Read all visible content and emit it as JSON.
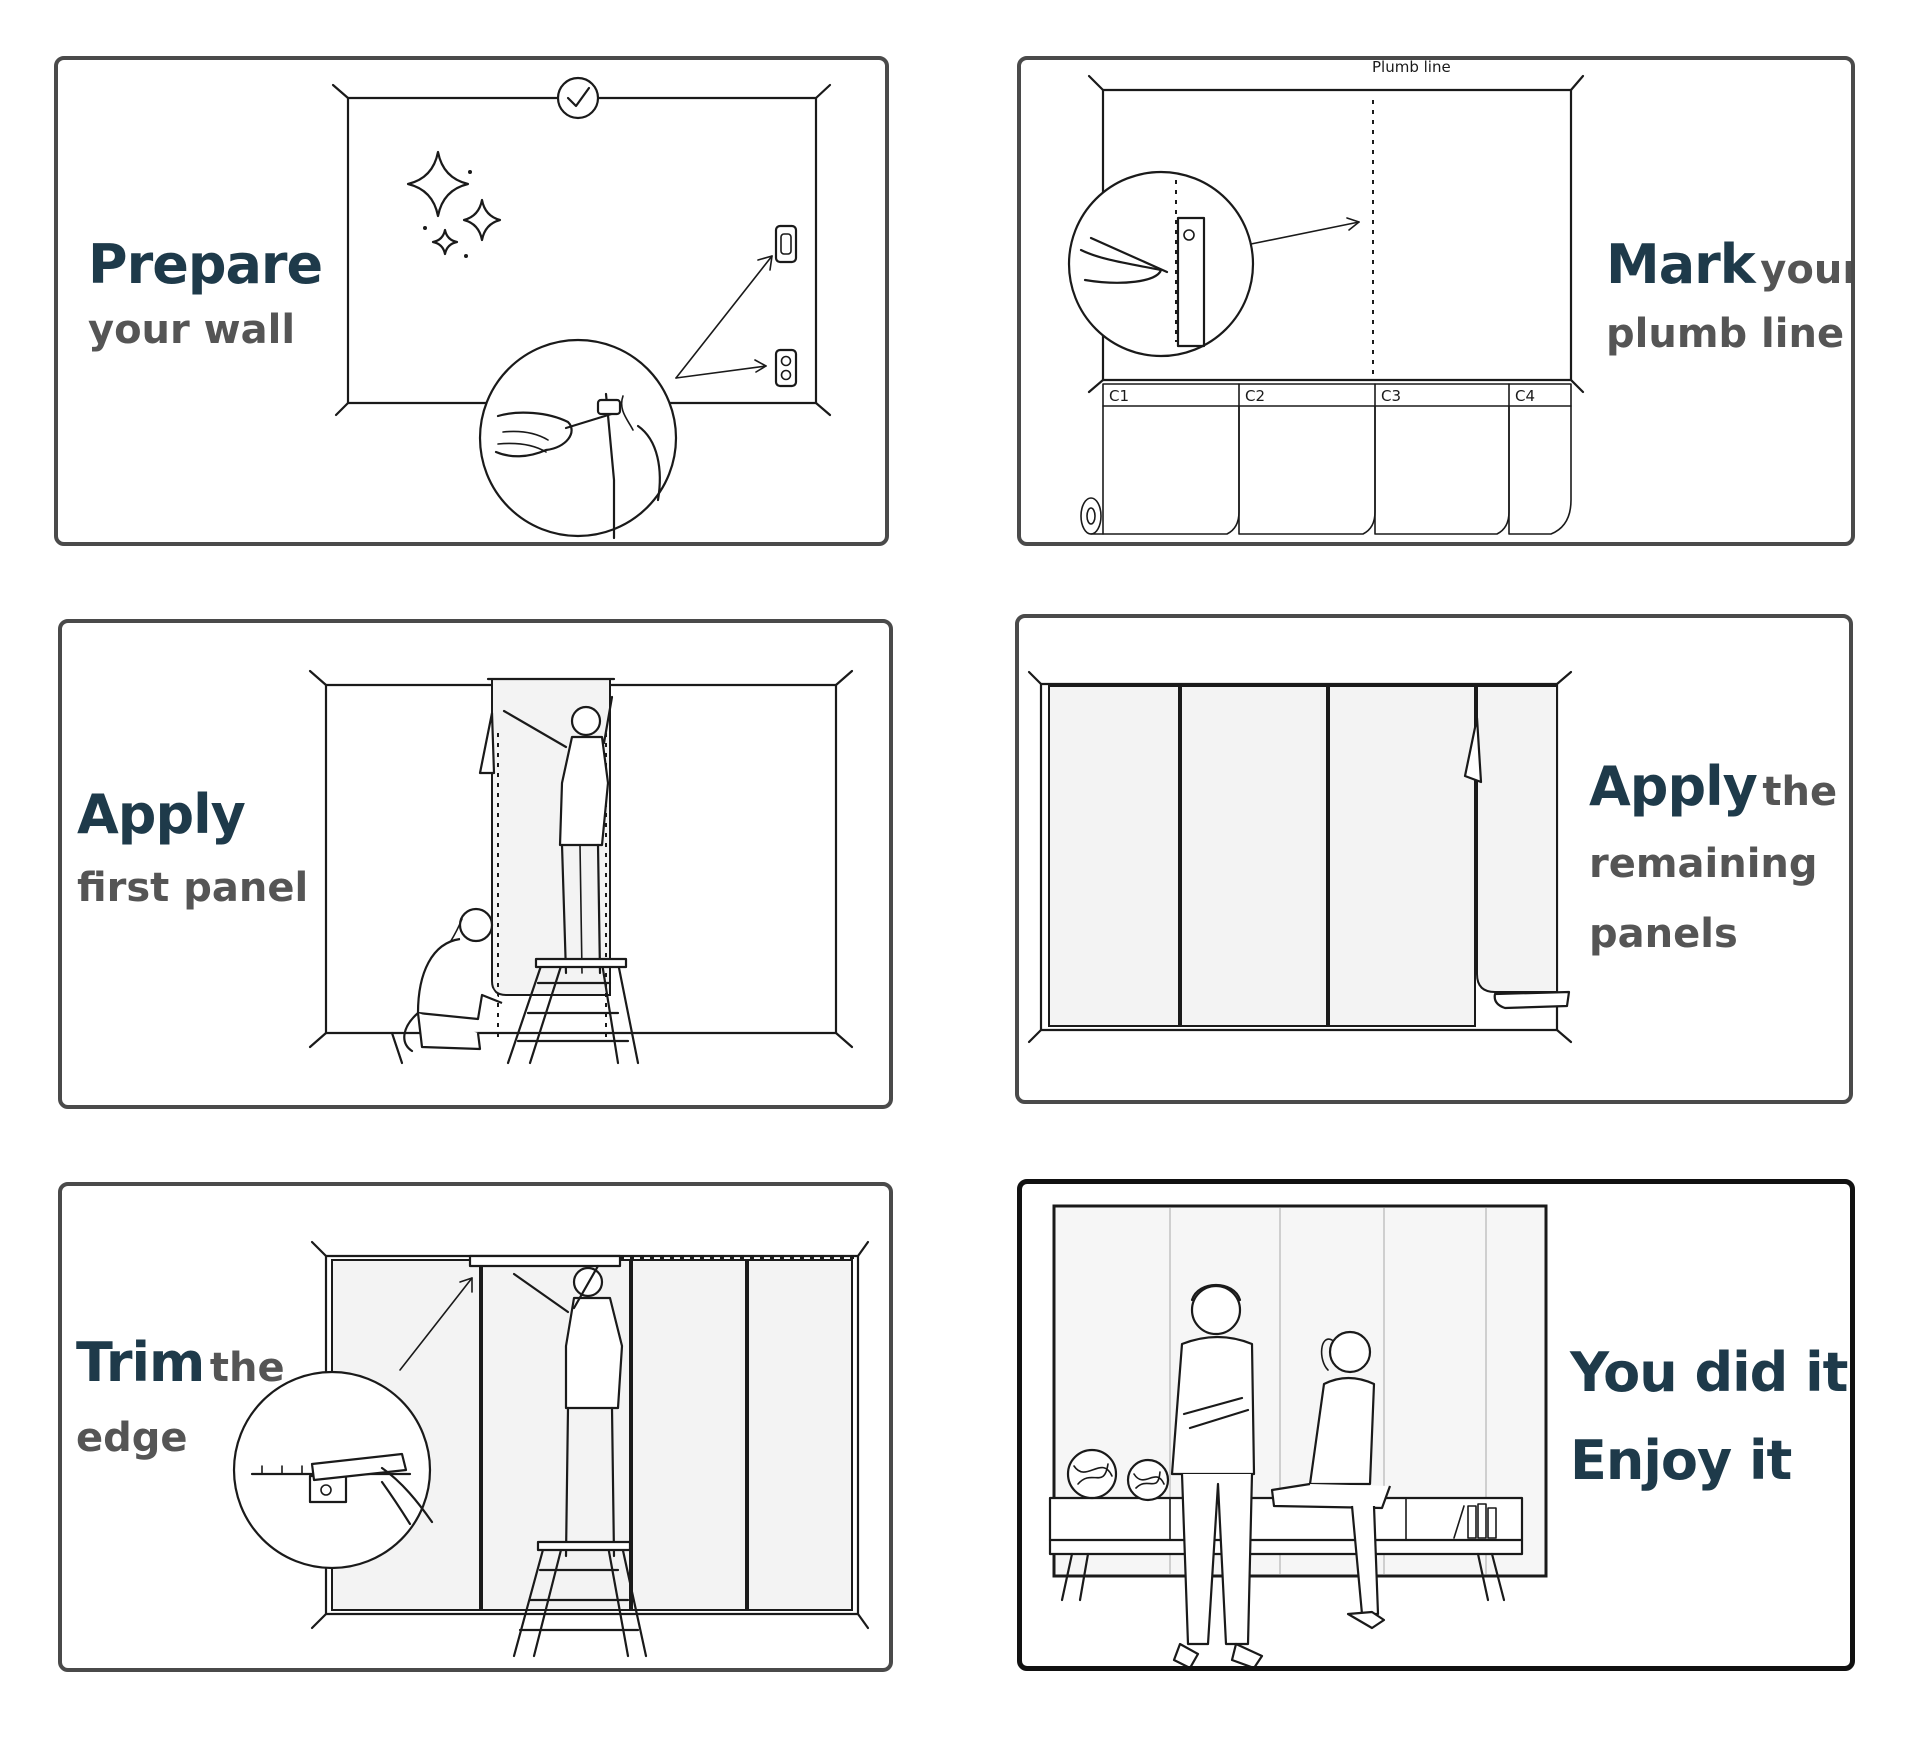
{
  "steps": [
    {
      "title": "Prepare",
      "subtitle": "your wall"
    },
    {
      "title": "Mark",
      "title_suffix": "your",
      "subtitle": "plumb line",
      "overlay_label": "Plumb line",
      "columns": [
        "C1",
        "C2",
        "C3",
        "C4"
      ]
    },
    {
      "title": "Apply",
      "subtitle": "first panel"
    },
    {
      "title": "Apply",
      "title_suffix": "the",
      "subtitle_lines": [
        "remaining",
        "panels"
      ]
    },
    {
      "title": "Trim",
      "title_suffix": "the",
      "subtitle": "edge"
    },
    {
      "title_lines": [
        "You did it",
        "Enjoy it"
      ]
    }
  ],
  "colors": {
    "heading": "#1e3a4a",
    "subheading": "#555555",
    "border": "#4a4a4a"
  },
  "icons": [
    "check-circle-icon",
    "sparkle-icon",
    "screwdriver-icon",
    "light-switch-icon",
    "power-outlet-icon",
    "pencil-icon",
    "level-ruler-icon",
    "wallpaper-roll-icon",
    "ladder-icon",
    "utility-knife-icon",
    "sideboard-icon",
    "decorative-ball-icon",
    "books-icon"
  ]
}
